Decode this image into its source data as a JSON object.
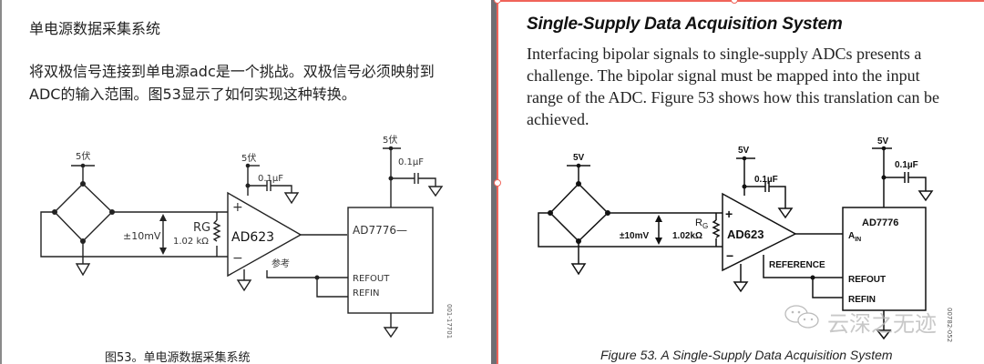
{
  "left_pane": {
    "language": "zh",
    "title": "单电源数据采集系统",
    "paragraph": "将双极信号连接到单电源adc是一个挑战。双极信号必须映射到ADC的输入范围。图53显示了如何实现这种转换。",
    "caption": "图53。单电源数据采集系统",
    "figure_code": "001-17701",
    "diagram": {
      "bridge_supply": "5伏",
      "amp_supply": "5伏",
      "adc_supply": "5伏",
      "amp_cap": "0.1μF",
      "adc_cap": "0.1μF",
      "signal_range": "±10mV",
      "rg_label": "RG",
      "rg_value": "1.02 kΩ",
      "amp_name": "AD623",
      "amp_plus": "+",
      "amp_minus": "−",
      "reference_label": "参考",
      "adc_name": "AD7776—",
      "refout": "REFOUT",
      "refin": "REFIN"
    }
  },
  "right_pane": {
    "language": "en",
    "title": "Single-Supply Data Acquisition System",
    "paragraph": "Interfacing bipolar signals to single-supply ADCs presents a challenge. The bipolar signal must be mapped into the input range of the ADC. Figure 53 shows how this translation can be achieved.",
    "caption": "Figure 53. A Single-Supply Data Acquisition System",
    "figure_code": "00782-052",
    "diagram": {
      "bridge_supply": "5V",
      "amp_supply": "5V",
      "adc_supply": "5V",
      "amp_cap": "0.1µF",
      "adc_cap": "0.1µF",
      "signal_range": "±10mV",
      "rg_label": "R",
      "rg_sub": "G",
      "rg_value": "1.02kΩ",
      "amp_name": "AD623",
      "amp_plus": "+",
      "amp_minus": "−",
      "reference_label": "REFERENCE",
      "adc_name": "AD7776",
      "ain": "A",
      "ain_sub": "IN",
      "refout": "REFOUT",
      "refin": "REFIN"
    }
  },
  "watermark": {
    "text": "云深之无迹",
    "icon": "wechat-icon"
  },
  "colors": {
    "selection_border": "#f0645a",
    "divider": "#6e6e73"
  }
}
